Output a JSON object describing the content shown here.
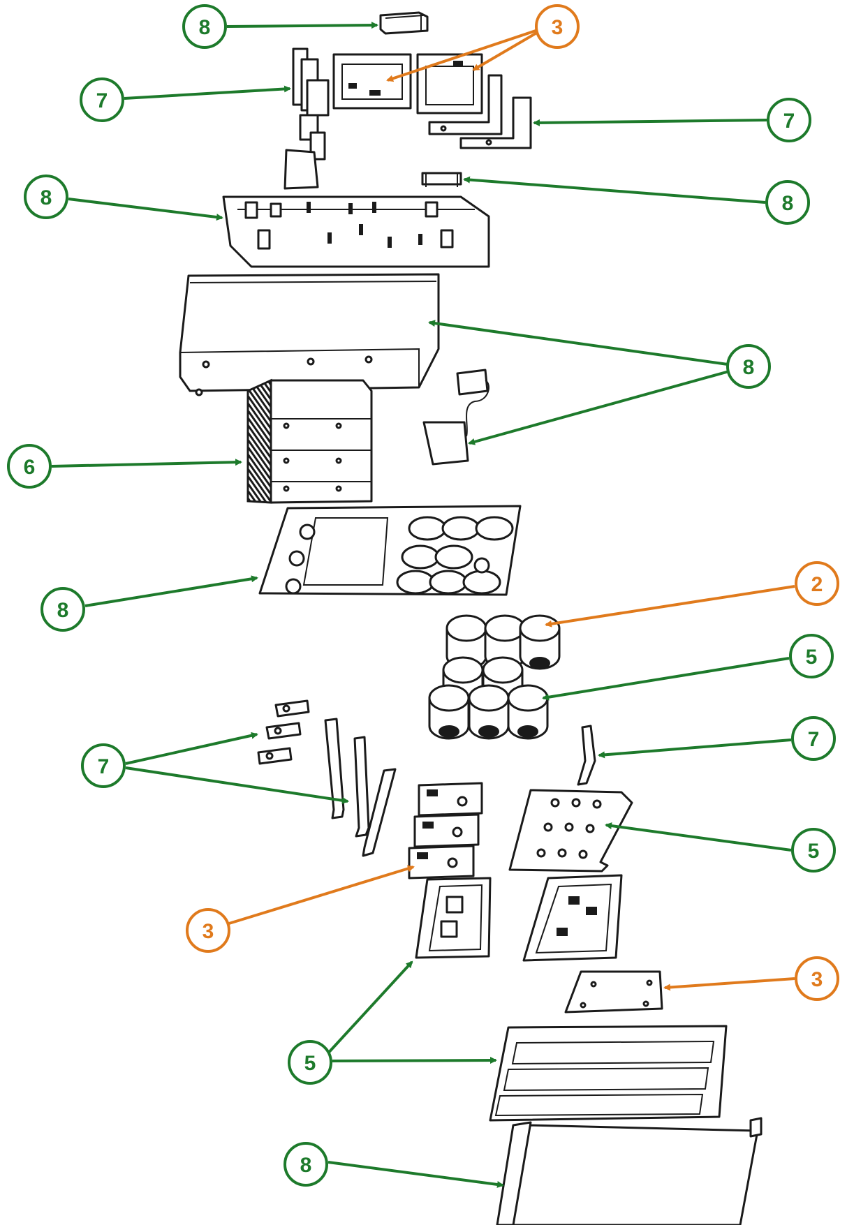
{
  "colors": {
    "green": "#1d7a2b",
    "orange": "#e07a1c",
    "outline": "#1a1a1a"
  },
  "callouts": [
    {
      "label": "8",
      "color": "green"
    },
    {
      "label": "3",
      "color": "orange"
    },
    {
      "label": "7",
      "color": "green"
    },
    {
      "label": "7",
      "color": "green"
    },
    {
      "label": "8",
      "color": "green"
    },
    {
      "label": "8",
      "color": "green"
    },
    {
      "label": "8",
      "color": "green"
    },
    {
      "label": "6",
      "color": "green"
    },
    {
      "label": "8",
      "color": "green"
    },
    {
      "label": "2",
      "color": "orange"
    },
    {
      "label": "5",
      "color": "green"
    },
    {
      "label": "7",
      "color": "green"
    },
    {
      "label": "7",
      "color": "green"
    },
    {
      "label": "5",
      "color": "green"
    },
    {
      "label": "3",
      "color": "orange"
    },
    {
      "label": "3",
      "color": "orange"
    },
    {
      "label": "5",
      "color": "green"
    },
    {
      "label": "8",
      "color": "green"
    }
  ]
}
